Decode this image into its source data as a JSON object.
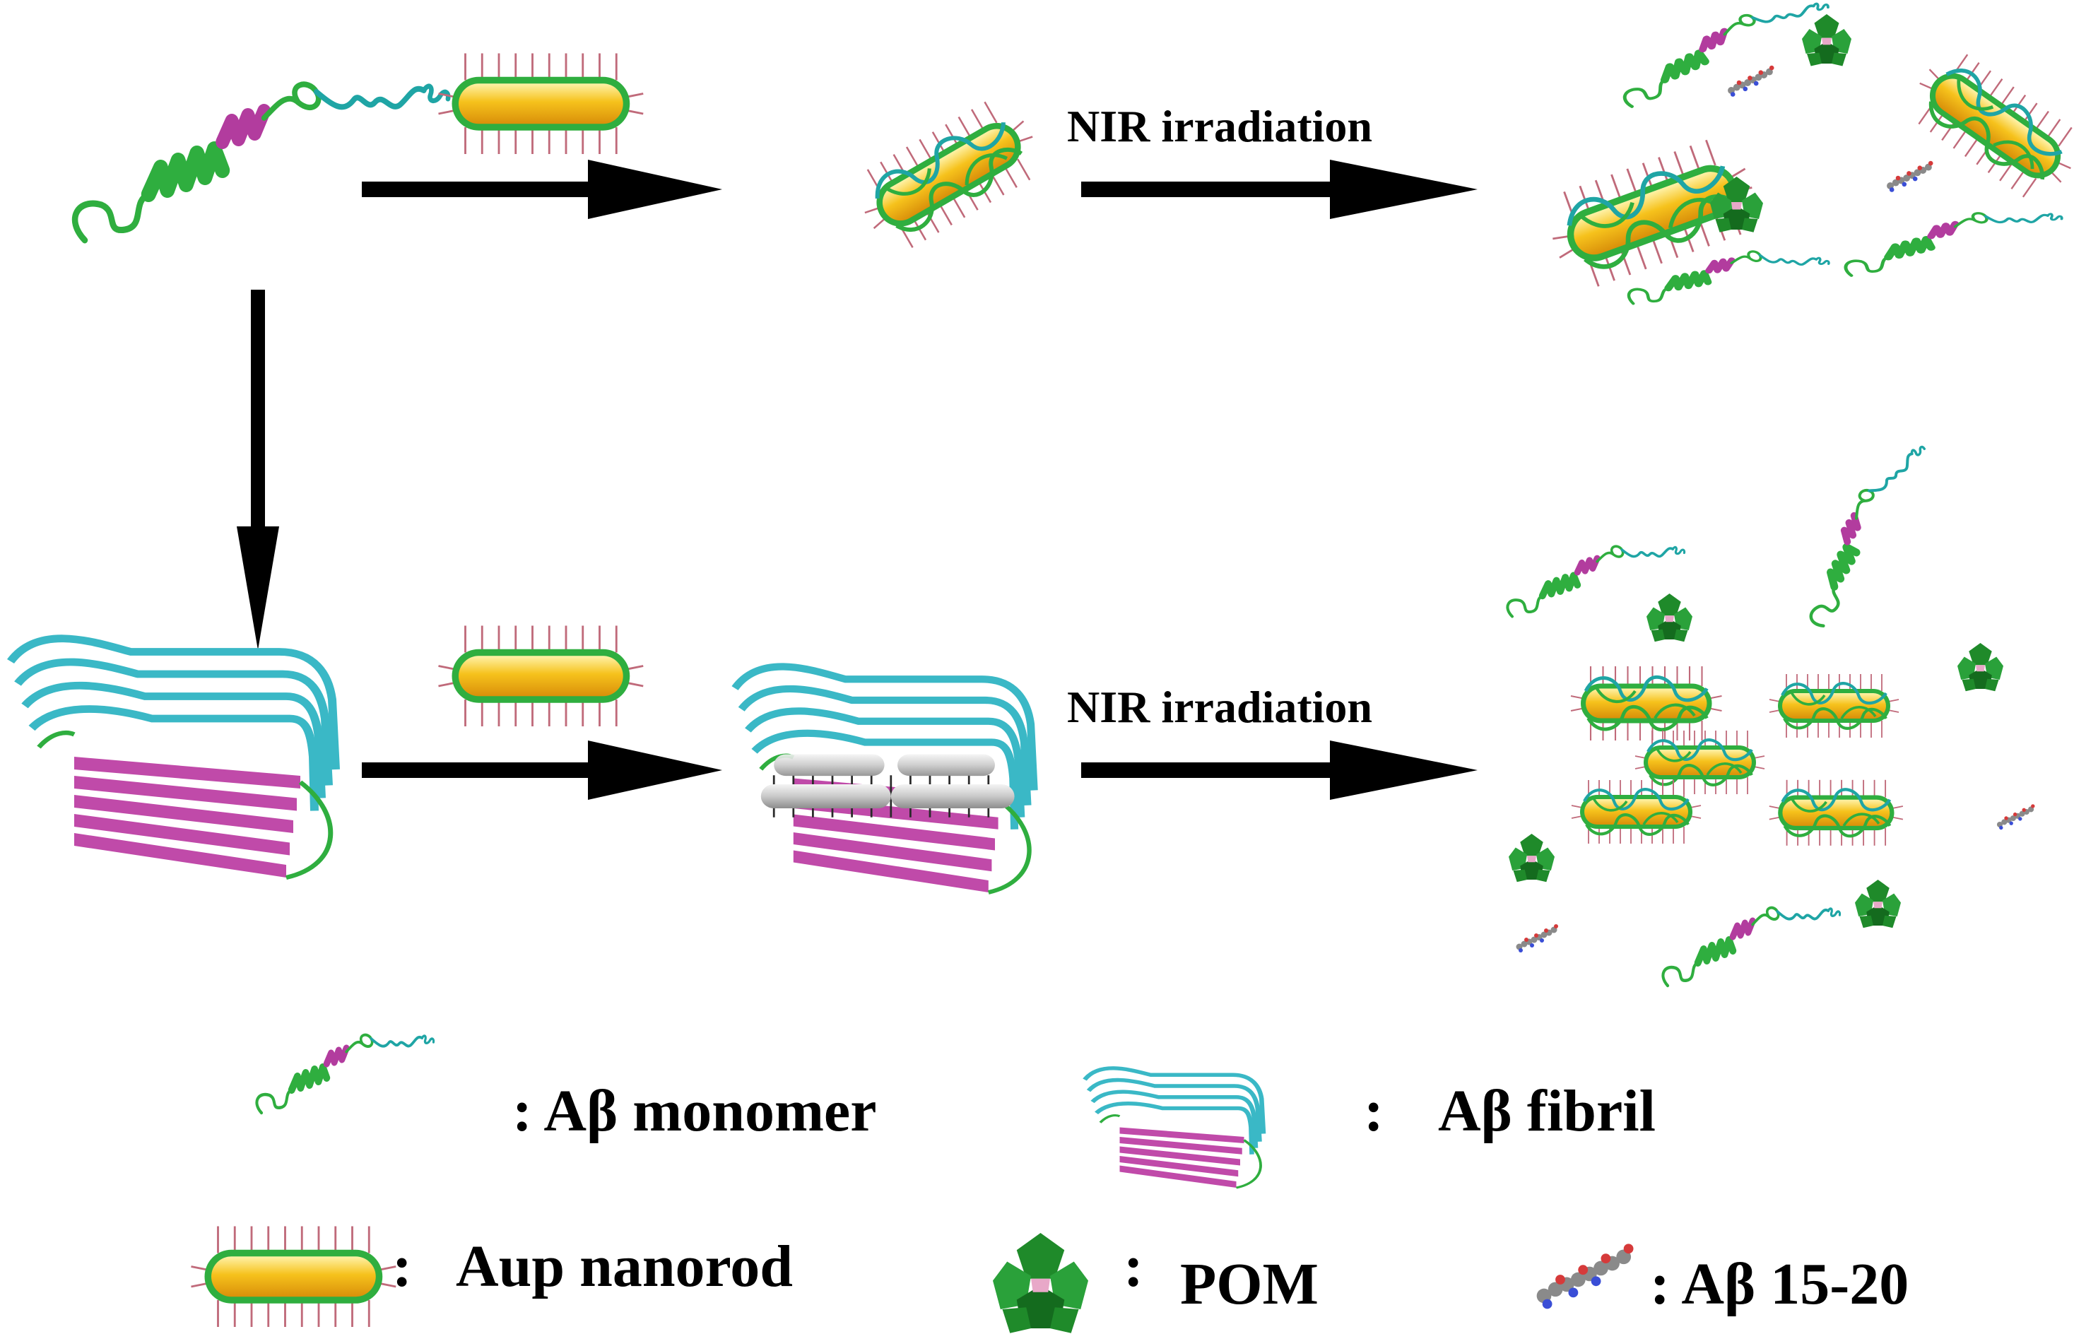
{
  "arrows": {
    "top_right_label": "NIR irradiation",
    "bottom_right_label": "NIR irradiation"
  },
  "legend": {
    "monomer": ": Aβ monomer",
    "fibril_colon": ":",
    "fibril": "Aβ fibril",
    "nanorod_colon": ":",
    "nanorod": "Aup nanorod",
    "pom_colon": ":",
    "pom": "POM",
    "peptide": ": Aβ 15-20"
  },
  "colors": {
    "helix_green": "#2fae3f",
    "helix_magenta": "#b23c9e",
    "coil_teal": "#1fa5a5",
    "fibril_teal": "#3ab8c6",
    "fibril_magenta": "#c04aa9",
    "gold": "#f6c21c",
    "pom_green": "#1f8a2a",
    "arrow": "#000000"
  }
}
